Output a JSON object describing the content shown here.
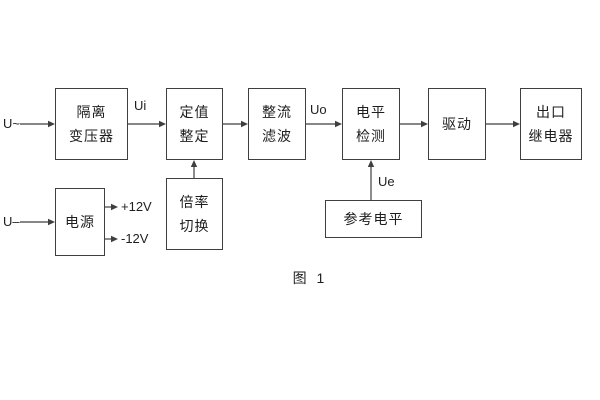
{
  "boxes": {
    "isolation_transformer": {
      "line1": "隔离",
      "line2": "变压器"
    },
    "setting": {
      "line1": "定值",
      "line2": "整定"
    },
    "rectify_filter": {
      "line1": "整流",
      "line2": "滤波"
    },
    "level_detect": {
      "line1": "电平",
      "line2": "检测"
    },
    "drive": {
      "line1": "驱动"
    },
    "output_relay": {
      "line1": "出口",
      "line2": "继电器"
    },
    "power": {
      "line1": "电源"
    },
    "ratio_switch": {
      "line1": "倍率",
      "line2": "切换"
    },
    "reference_level": {
      "line1": "参考电平"
    }
  },
  "labels": {
    "input_ac": "U~",
    "signal_ui": "Ui",
    "signal_uo": "Uo",
    "signal_ue": "Ue",
    "input_dc": "U–",
    "rail_pos": "+12V",
    "rail_neg": "-12V"
  },
  "caption": "图 1",
  "colors": {
    "line": "#3f3f3f",
    "background": "#ffffff",
    "text": "#1e1e1e"
  }
}
